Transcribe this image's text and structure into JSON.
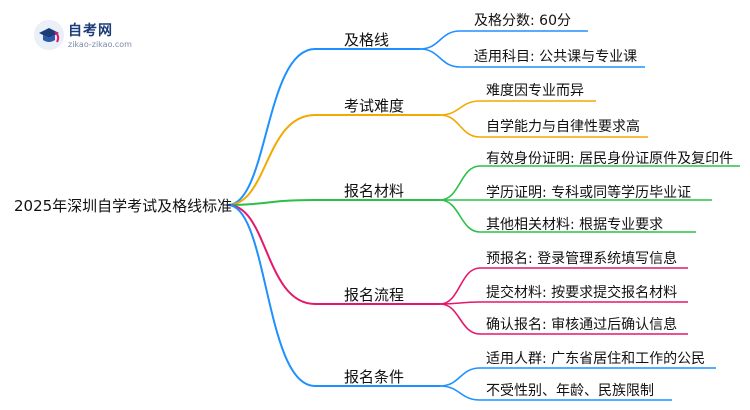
{
  "logo": {
    "title": "自考网",
    "subtitle": "zikao-zikao.com"
  },
  "root": "2025年深圳自学考试及格线标准",
  "branches": [
    {
      "label": "及格线",
      "color": "#1e90ff",
      "leaves": [
        "及格分数: 60分",
        "适用科目: 公共课与专业课"
      ]
    },
    {
      "label": "考试难度",
      "color": "#f2a900",
      "leaves": [
        "难度因专业而异",
        "自学能力与自律性要求高"
      ]
    },
    {
      "label": "报名材料",
      "color": "#2bbf4a",
      "leaves": [
        "有效身份证明: 居民身份证原件及复印件",
        "学历证明: 专科或同等学历毕业证",
        "其他相关材料: 根据专业要求"
      ]
    },
    {
      "label": "报名流程",
      "color": "#e5176b",
      "leaves": [
        "预报名: 登录管理系统填写信息",
        "提交材料: 按要求提交报名材料",
        "确认报名: 审核通过后确认信息"
      ]
    },
    {
      "label": "报名条件",
      "color": "#1e90ff",
      "leaves": [
        "适用人群: 广东省居住和工作的公民",
        "不受性别、年龄、民族限制"
      ]
    }
  ]
}
